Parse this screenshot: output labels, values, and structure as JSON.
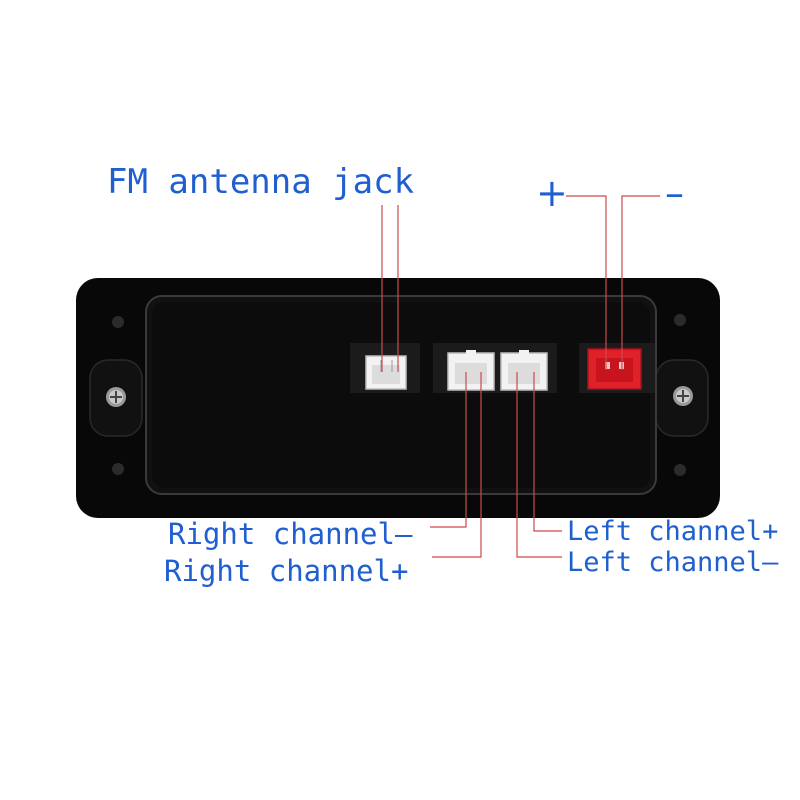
{
  "labels": {
    "fm_antenna": "FM antenna jack",
    "plus": "+",
    "minus": "–",
    "right_minus": "Right channel–",
    "right_plus": "Right channel+",
    "left_plus": "Left channel+",
    "left_minus": "Left channel–"
  },
  "colors": {
    "label_text": "#1f5fd0",
    "leader_line": "#c94b4b",
    "panel": "#0b0b0b",
    "connector_white": "#f2f2f2",
    "connector_red": "#e0212a"
  }
}
